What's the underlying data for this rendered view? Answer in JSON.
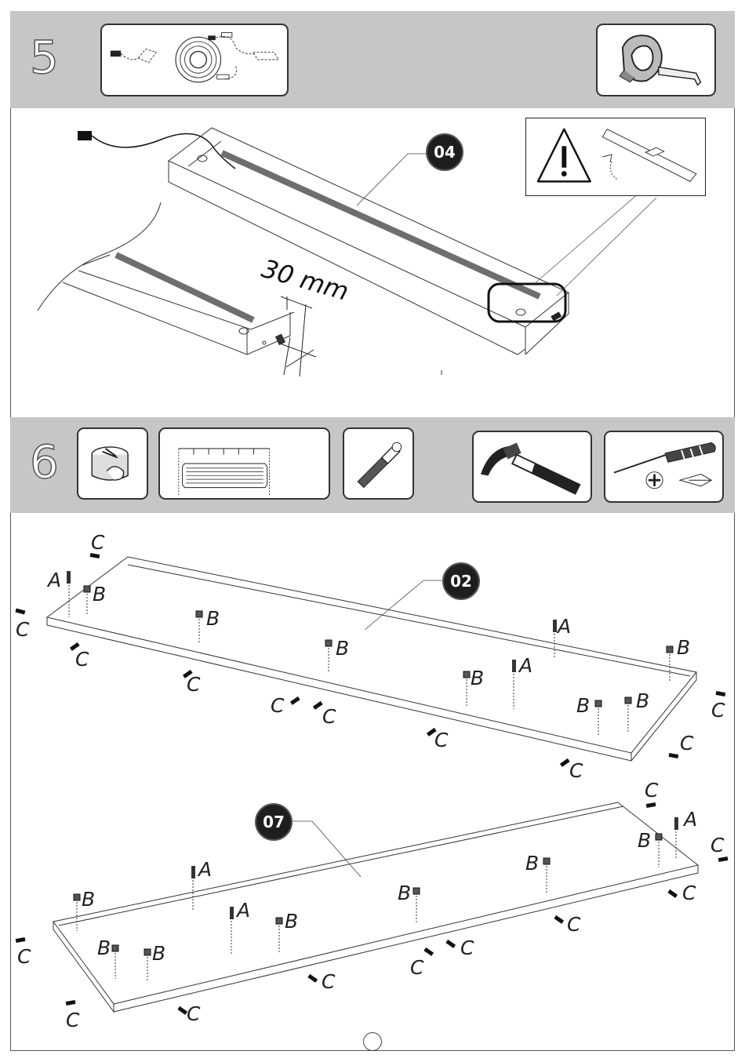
{
  "step5": {
    "number": "5",
    "dimension": "30 mm",
    "part_badge": "04"
  },
  "step6": {
    "number": "6",
    "badges": {
      "upper_panel": "02",
      "lower_panel": "07"
    },
    "labels": {
      "A": "A",
      "B": "B",
      "C": "C"
    }
  },
  "icons": {
    "step5": [
      "led-strip-kit-icon",
      "tape-measure-icon"
    ],
    "step5_callout": "warning-icon",
    "step6": [
      "cam-lock-icon",
      "dowel-icon",
      "cam-bolt-icon",
      "hammer-icon",
      "screwdriver-icon"
    ]
  }
}
